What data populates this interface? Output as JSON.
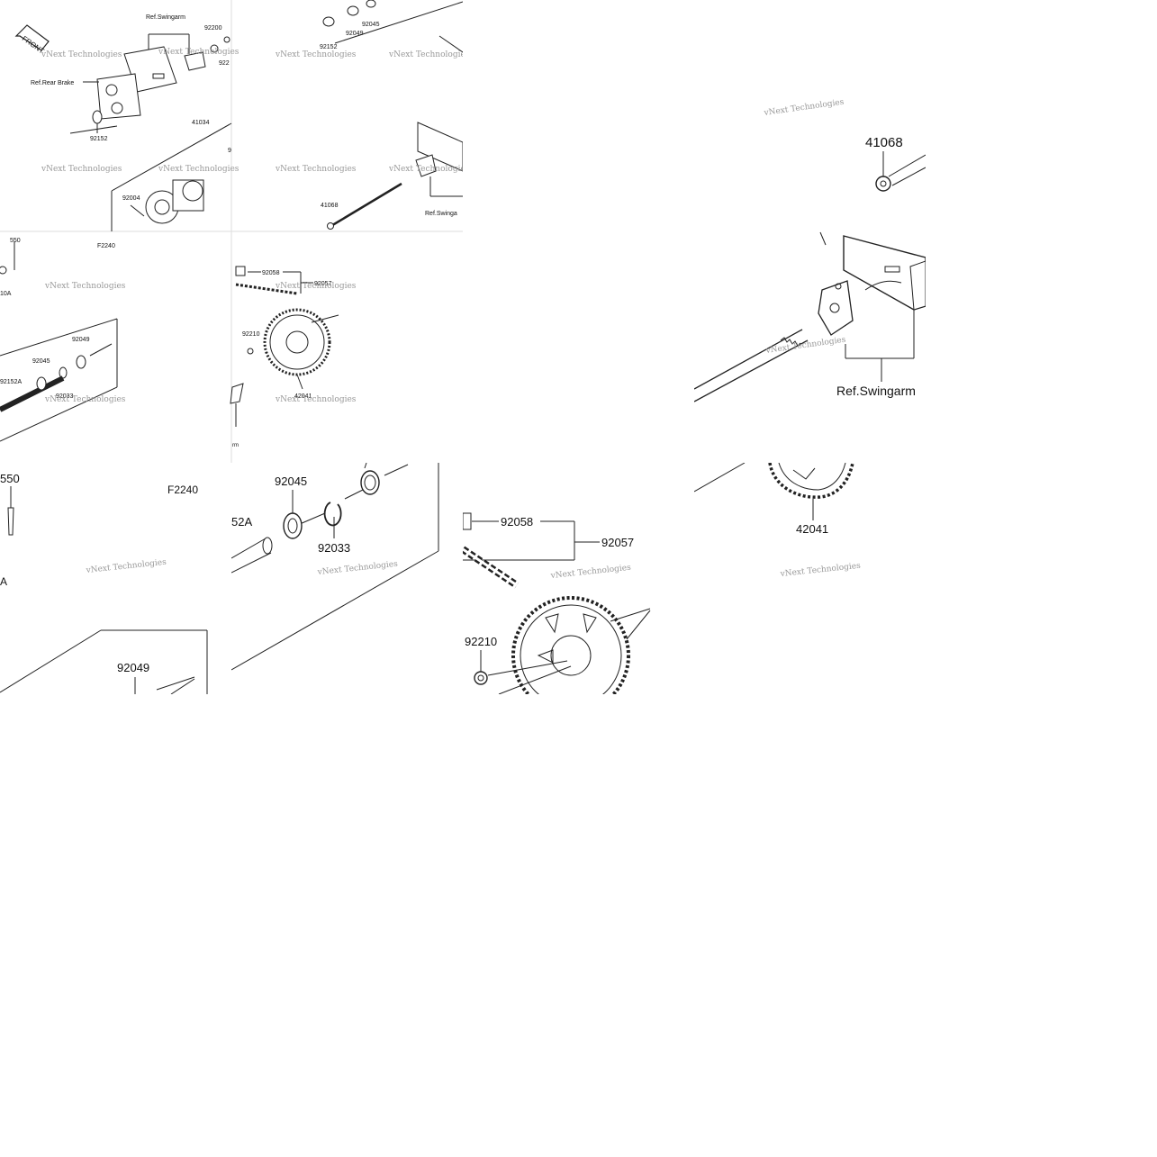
{
  "overview": {
    "front_label": "FRONT",
    "watermark": "vNext Technologies",
    "labels": {
      "ref_swingarm_top": "Ref.Swingarm",
      "p92200": "92200",
      "p922": "922",
      "ref_rear_brake": "Ref.Rear Brake",
      "p92152_a": "92152",
      "p41034": "41034",
      "p9_cut": "9",
      "p92004": "92004",
      "f2240": "F2240",
      "p550": "550",
      "p10a": "10A",
      "p92049": "92049",
      "p92045": "92045",
      "p92152a": "92152A",
      "p92033": "92033",
      "p92152_b": "92152",
      "p92049_b": "92049",
      "p92045_b": "92045",
      "p41068": "41068",
      "ref_swinga": "Ref.Swinga",
      "p92058": "92058",
      "p92057": "92057",
      "p92210": "92210",
      "p42041": "42041",
      "rm": "rm"
    }
  },
  "zoom_axle": {
    "label_41068": "41068",
    "ref_swingarm": "Ref.Swingarm",
    "watermark": "vNext Technologies"
  },
  "zoom_left": {
    "label_550": "550",
    "label_f2240": "F2240",
    "label_a": "A",
    "label_92049": "92049",
    "watermark": "vNext Technologies"
  },
  "zoom_bearing": {
    "label_92045": "92045",
    "label_52a": "52A",
    "label_92033": "92033",
    "watermark": "vNext Technologies"
  },
  "zoom_chain": {
    "label_92058": "92058",
    "label_92057": "92057",
    "label_92210": "92210",
    "watermark": "vNext Technologies"
  },
  "zoom_sprocket": {
    "label_42041": "42041",
    "watermark": "vNext Technologies"
  }
}
